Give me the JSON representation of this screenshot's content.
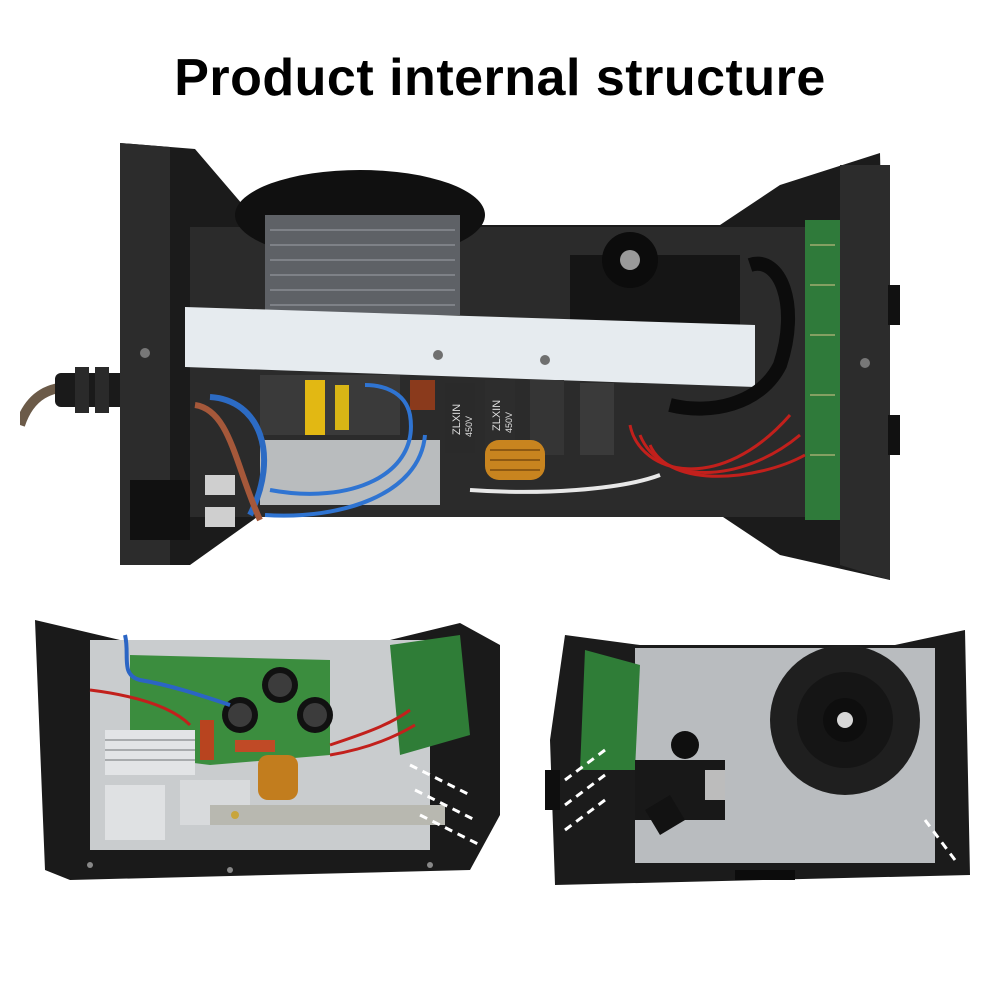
{
  "heading": "Product internal structure",
  "capacitor_labels": [
    "ZLXIN",
    "450V",
    "ZLXIN",
    "450V"
  ]
}
